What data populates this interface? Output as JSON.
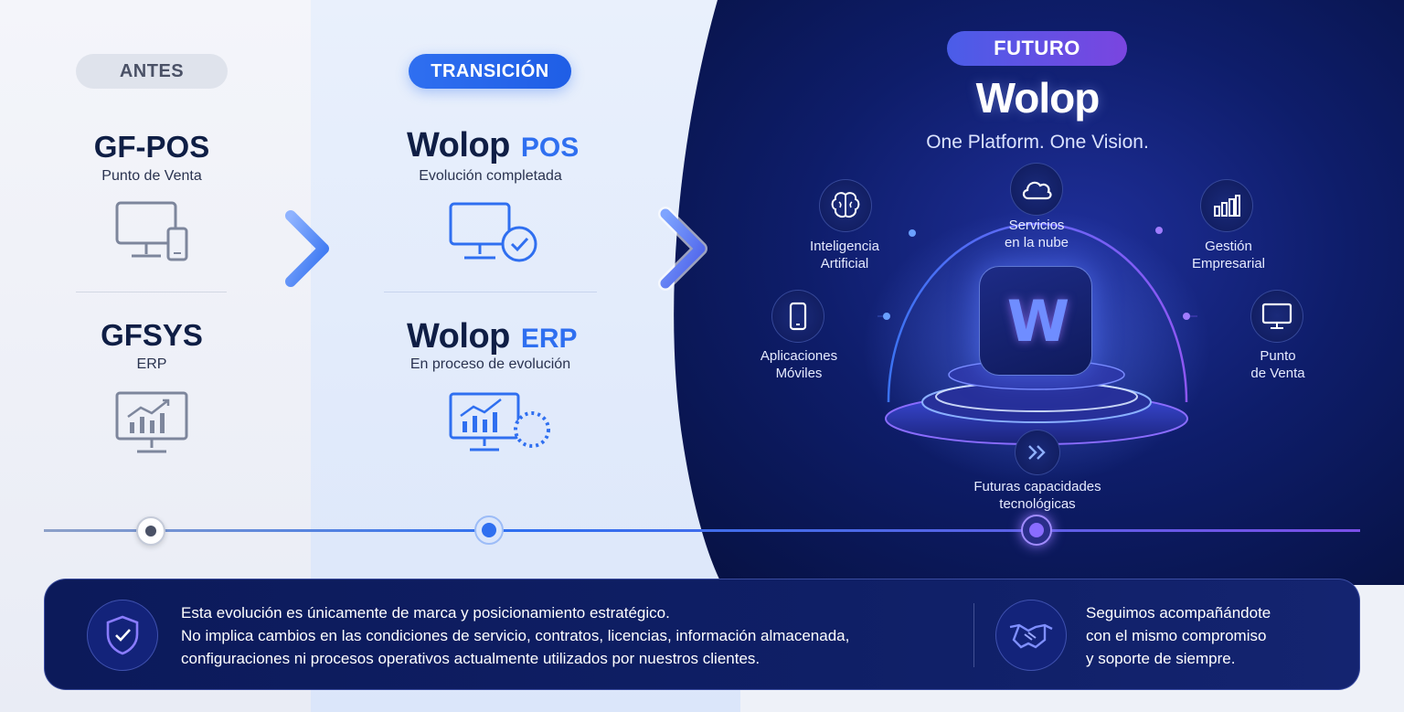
{
  "antes": {
    "badge": "ANTES",
    "products": [
      {
        "name": "GF-POS",
        "subtitle": "Punto de Venta",
        "icon": "desktop-and-phone-icon"
      },
      {
        "name": "GFSYS",
        "subtitle": "ERP",
        "icon": "chart-monitor-icon"
      }
    ]
  },
  "transicion": {
    "badge": "TRANSICIÓN",
    "products": [
      {
        "brand": "Wolop",
        "product": "POS",
        "subtitle": "Evolución completada",
        "icon": "monitor-check-icon"
      },
      {
        "brand": "Wolop",
        "product": "ERP",
        "subtitle": "En proceso de evolución",
        "icon": "chart-monitor-progress-icon"
      }
    ]
  },
  "futuro": {
    "badge": "FUTURO",
    "brand": "Wolop",
    "tagline": "One Platform. One Vision.",
    "features": {
      "ai": "Inteligencia Artificial",
      "cloud": "Servicios en la nube",
      "business": "Gestión Empresarial",
      "mobile": "Aplicaciones Móviles",
      "pos": "Punto de Venta",
      "future": "Futuras capacidades tecnológicas"
    },
    "logo_letter": "W"
  },
  "footer": {
    "notice_lines": [
      "Esta evolución es únicamente de marca y posicionamiento estratégico.",
      "No implica cambios en las condiciones de servicio, contratos, licencias, información almacenada,",
      "configuraciones ni procesos operativos actualmente utilizados por nuestros clientes."
    ],
    "support_lines": [
      "Seguimos acompañándote",
      "con el mismo compromiso",
      "y soporte de siempre."
    ]
  },
  "colors": {
    "accent_blue": "#2f6ff0",
    "accent_violet": "#7a45e0",
    "dark_navy": "#0a1850",
    "text_dark": "#0f1e45"
  }
}
